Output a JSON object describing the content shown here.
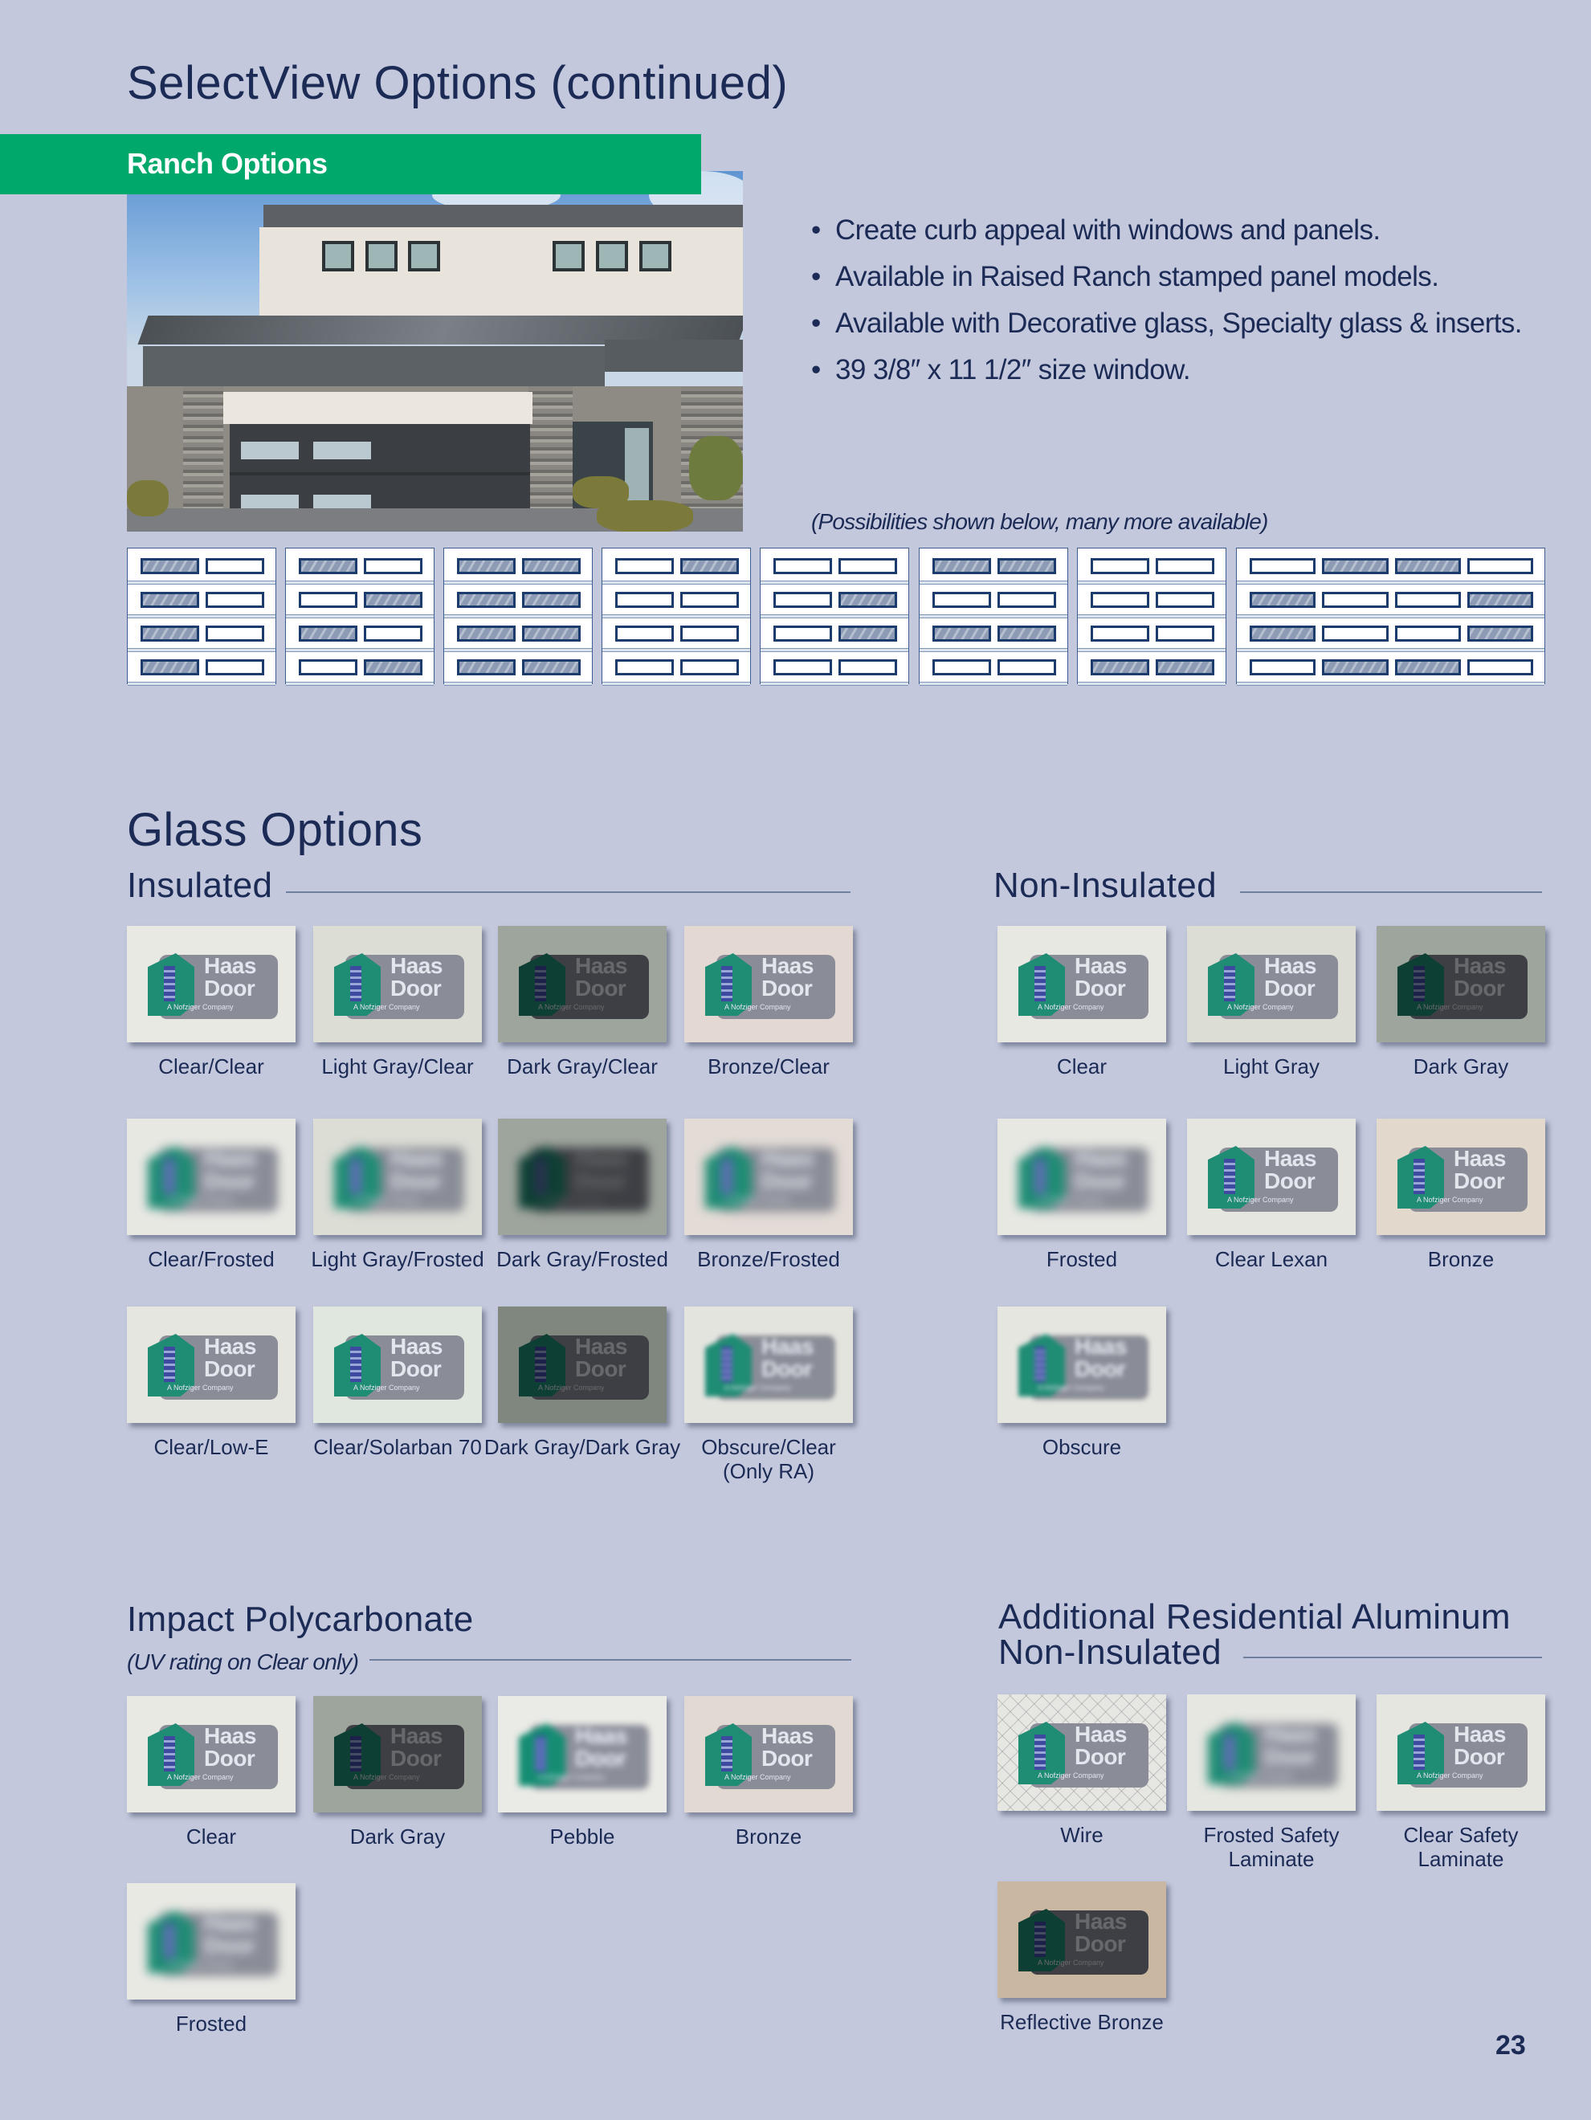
{
  "page": {
    "title": "SelectView Options (continued)",
    "page_number": "23",
    "background_color": "#c3c8dc",
    "text_color": "#1c2b55",
    "accent_color": "#00a86b"
  },
  "ranch": {
    "banner": "Ranch Options",
    "photo_alt": "Modern house with dark gray garage door featuring Ranch window options",
    "bullets": [
      "Create curb appeal with windows and panels.",
      "Available in Raised Ranch stamped panel models.",
      "Available with Decorative glass, Specialty glass & inserts.",
      "39 3/8″ x 11 1/2″ size window."
    ],
    "possibilities_note": "(Possibilities shown below, many more available)",
    "door_layouts": [
      {
        "cols": 2,
        "rows": [
          [
            "G",
            "C"
          ],
          [
            "G",
            "C"
          ],
          [
            "G",
            "C"
          ],
          [
            "G",
            "C"
          ]
        ]
      },
      {
        "cols": 2,
        "rows": [
          [
            "G",
            "C"
          ],
          [
            "C",
            "G"
          ],
          [
            "G",
            "C"
          ],
          [
            "C",
            "G"
          ]
        ]
      },
      {
        "cols": 2,
        "rows": [
          [
            "G",
            "G"
          ],
          [
            "G",
            "G"
          ],
          [
            "G",
            "G"
          ],
          [
            "G",
            "G"
          ]
        ]
      },
      {
        "cols": 2,
        "rows": [
          [
            "C",
            "G"
          ],
          [
            "C",
            "C"
          ],
          [
            "C",
            "C"
          ],
          [
            "C",
            "C"
          ]
        ]
      },
      {
        "cols": 2,
        "rows": [
          [
            "C",
            "C"
          ],
          [
            "C",
            "G"
          ],
          [
            "C",
            "G"
          ],
          [
            "C",
            "C"
          ]
        ]
      },
      {
        "cols": 2,
        "rows": [
          [
            "G",
            "G"
          ],
          [
            "C",
            "C"
          ],
          [
            "G",
            "G"
          ],
          [
            "C",
            "C"
          ]
        ]
      },
      {
        "cols": 2,
        "rows": [
          [
            "C",
            "C"
          ],
          [
            "C",
            "C"
          ],
          [
            "C",
            "C"
          ],
          [
            "G",
            "G"
          ]
        ]
      },
      {
        "cols": 4,
        "rows": [
          [
            "C",
            "G",
            "G",
            "C"
          ],
          [
            "G",
            "C",
            "C",
            "G"
          ],
          [
            "G",
            "C",
            "C",
            "G"
          ],
          [
            "C",
            "G",
            "G",
            "C"
          ]
        ]
      }
    ],
    "door_legend": {
      "G": "decorative glass window",
      "C": "clear/plain window"
    }
  },
  "glass": {
    "title": "Glass Options",
    "logo": {
      "line1": "Haas",
      "line2": "Door",
      "tagline": "A Nofziger Company"
    },
    "insulated": {
      "heading": "Insulated",
      "items": [
        {
          "label": "Clear/Clear",
          "bg": "#e9e9e3",
          "style": ""
        },
        {
          "label": "Light Gray/Clear",
          "bg": "#dcddd5",
          "style": ""
        },
        {
          "label": "Dark Gray/Clear",
          "bg": "#9ea59d",
          "style": "dark"
        },
        {
          "label": "Bronze/Clear",
          "bg": "#e3d9d2",
          "style": ""
        },
        {
          "label": "Clear/Frosted",
          "bg": "#e8e8e3",
          "style": "frost"
        },
        {
          "label": "Light Gray/Frosted",
          "bg": "#dcddd5",
          "style": "frost"
        },
        {
          "label": "Dark Gray/Frosted",
          "bg": "#9ea59d",
          "style": "darkfrost"
        },
        {
          "label": "Bronze/Frosted",
          "bg": "#e3dbd5",
          "style": "frost"
        },
        {
          "label": "Clear/Low-E",
          "bg": "#e5e6df",
          "style": ""
        },
        {
          "label": "Clear/Solarban 70",
          "bg": "#dfe7df",
          "style": ""
        },
        {
          "label": "Dark Gray/Dark Gray",
          "bg": "#7f877f",
          "style": "dark"
        },
        {
          "label": "Obscure/Clear",
          "label2": "(Only RA)",
          "bg": "#e4e4df",
          "style": "obscure"
        }
      ]
    },
    "non_insulated": {
      "heading": "Non-Insulated",
      "items": [
        {
          "label": "Clear",
          "bg": "#e8e8e2",
          "style": ""
        },
        {
          "label": "Light Gray",
          "bg": "#dcddd5",
          "style": ""
        },
        {
          "label": "Dark Gray",
          "bg": "#9ea59d",
          "style": "dark"
        },
        {
          "label": "Frosted",
          "bg": "#e8e8e3",
          "style": "frost"
        },
        {
          "label": "Clear Lexan",
          "bg": "#e6e6e0",
          "style": ""
        },
        {
          "label": "Bronze",
          "bg": "#e3d8cc",
          "style": ""
        },
        {
          "label": "Obscure",
          "bg": "#e6e6e0",
          "style": "obscure"
        }
      ]
    },
    "impact_polycarbonate": {
      "heading": "Impact Polycarbonate",
      "subheading": "(UV rating on Clear only)",
      "items": [
        {
          "label": "Clear",
          "bg": "#e9e9e4",
          "style": ""
        },
        {
          "label": "Dark Gray",
          "bg": "#9ea59d",
          "style": "dark"
        },
        {
          "label": "Pebble",
          "bg": "#eaeae6",
          "style": "pebble"
        },
        {
          "label": "Bronze",
          "bg": "#e3d9d3",
          "style": ""
        },
        {
          "label": "Frosted",
          "bg": "#e9e9e4",
          "style": "frost"
        }
      ]
    },
    "additional_aluminum": {
      "heading_line1": "Additional Residential Aluminum",
      "heading_line2": "Non-Insulated",
      "items": [
        {
          "label": "Wire",
          "bg": "#e6e6e3",
          "style": "wire"
        },
        {
          "label": "Frosted Safety",
          "label2": "Laminate",
          "bg": "#e6e7e1",
          "style": "frost"
        },
        {
          "label": "Clear Safety",
          "label2": "Laminate",
          "bg": "#e6e6e0",
          "style": ""
        },
        {
          "label": "Reflective Bronze",
          "bg": "#c9b7a1",
          "style": "dark"
        }
      ]
    }
  }
}
